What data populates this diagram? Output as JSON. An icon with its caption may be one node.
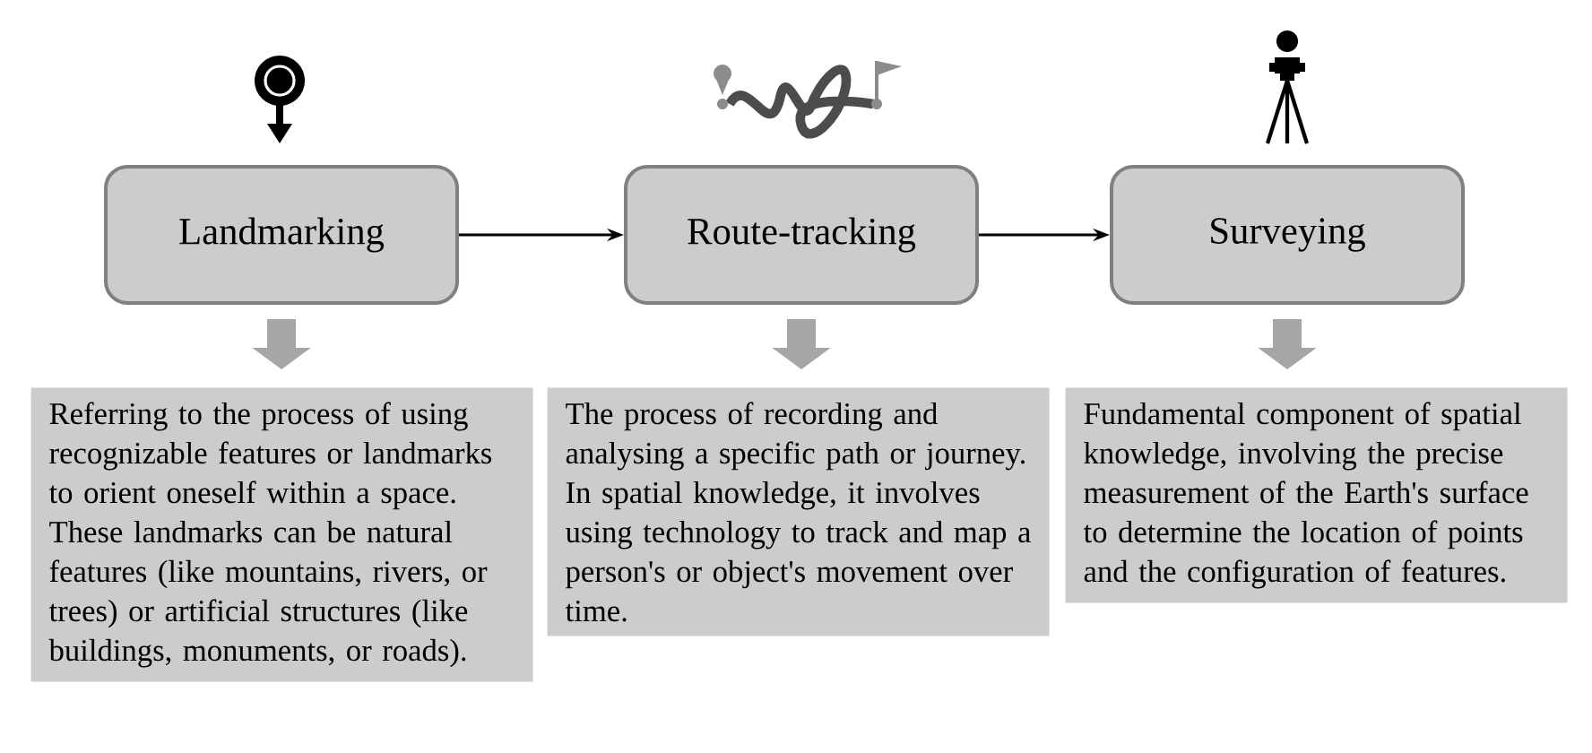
{
  "diagram": {
    "nodes": [
      {
        "text": [
          "Landmarking"
        ]
      },
      {
        "text": [
          "Route-tracking"
        ]
      },
      {
        "text": [
          "Surveying"
        ]
      },
      {
        "text": [
          "Referring to the process of using recognizable features or landmarks to orient oneself within a space. These landmarks can be natural features (like mountains, rivers, or trees) or artificial structures (like buildings, monuments, or roads)."
        ]
      },
      {
        "text": [
          "The process of recording and analysing a specific path or journey. In spatial knowledge, it involves using technology to track and map a person's or object's movement over time."
        ]
      },
      {
        "text": [
          "Fundamental component of spatial knowledge, involving the precise measurement of the Earth's surface to determine the location of points and the configuration of features."
        ]
      }
    ],
    "edges": [
      {
        "from": 0,
        "to": 1,
        "arrow": "to",
        "color": "#000000"
      },
      {
        "from": 1,
        "to": 2,
        "arrow": "to",
        "color": "#000000"
      },
      {
        "from": 0,
        "to": 3,
        "arrow": "to"
      },
      {
        "from": 1,
        "to": 4,
        "arrow": "to"
      },
      {
        "from": 2,
        "to": 5,
        "arrow": "to"
      }
    ]
  }
}
